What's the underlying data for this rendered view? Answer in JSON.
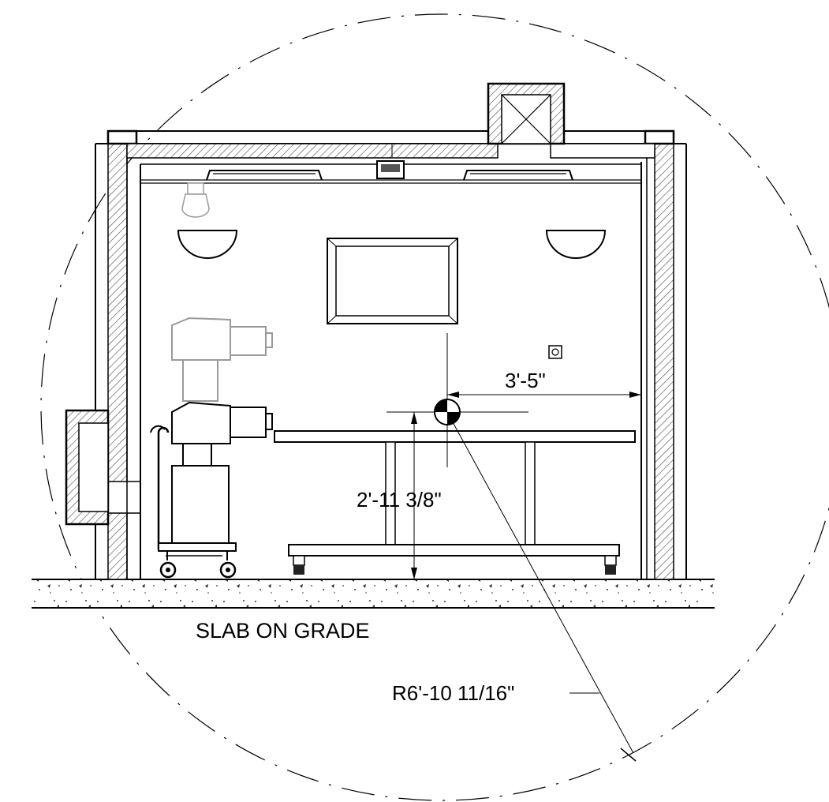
{
  "labels": {
    "width_dimension": "3'-5\"",
    "height_dimension": "2'-11 3/8\"",
    "radius_dimension": "R6'-10 11/16\"",
    "floor_note": "SLAB ON GRADE"
  },
  "symbols": {
    "center_mark": "center-of-gravity-icon",
    "light_fixture": "linear-light-icon",
    "wall_sconce": "wall-sconce-icon",
    "duct": "duct-icon",
    "camera": "camera-icon"
  }
}
